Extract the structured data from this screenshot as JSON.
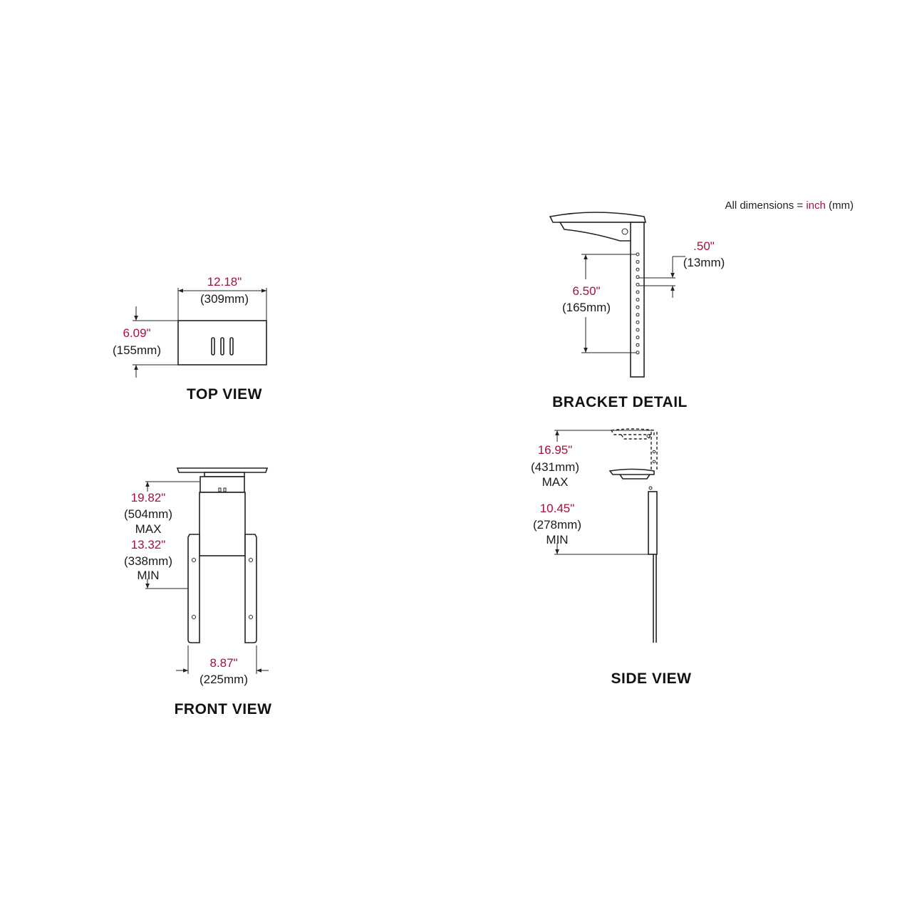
{
  "note": {
    "prefix": "All dimensions = ",
    "unit_primary": "inch",
    "unit_secondary": " (mm)",
    "accent_color": "#a3123a"
  },
  "top_view": {
    "caption": "TOP VIEW",
    "width_in": "12.18\"",
    "width_mm": "(309mm)",
    "depth_in": "6.09\"",
    "depth_mm": "(155mm)"
  },
  "bracket_detail": {
    "caption": "BRACKET DETAIL",
    "spacing_in": ".50\"",
    "spacing_mm": "(13mm)",
    "range_in": "6.50\"",
    "range_mm": "(165mm)"
  },
  "front_view": {
    "caption": "FRONT VIEW",
    "max_in": "19.82\"",
    "max_mm": "(504mm)",
    "max_label": "MAX",
    "min_in": "13.32\"",
    "min_mm": "(338mm)",
    "min_label": "MIN",
    "width_in": "8.87\"",
    "width_mm": "(225mm)"
  },
  "side_view": {
    "caption": "SIDE VIEW",
    "max_in": "16.95\"",
    "max_mm": "(431mm)",
    "max_label": "MAX",
    "min_in": "10.45\"",
    "min_mm": "(278mm)",
    "min_label": "MIN"
  }
}
